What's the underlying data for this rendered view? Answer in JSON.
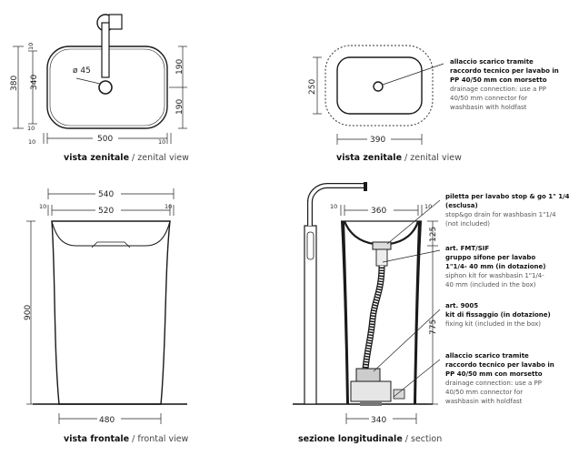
{
  "views": {
    "top_left": {
      "title_bold": "vista zenitale",
      "title_sep": " / ",
      "title_light": "zenital view",
      "dims": {
        "width": "500",
        "margin_left": "10",
        "margin_right": "10",
        "height_outer": "380",
        "height_inner": "340",
        "top_half": "190",
        "bottom_half": "190",
        "top_margin": "10",
        "bottom_margin": "10",
        "drain_diameter": "ø 45"
      }
    },
    "top_right": {
      "title_bold": "vista zenitale",
      "title_sep": " / ",
      "title_light": "zenital view",
      "dims": {
        "width": "390",
        "height": "250"
      },
      "note": {
        "bold_lines": [
          "allaccio scarico tramite",
          "raccordo tecnico per lavabo in",
          "PP 40/50 mm con morsetto"
        ],
        "light_lines": [
          "drainage connection: use a PP",
          "40/50 mm connector for",
          "washbasin with holdfast"
        ]
      }
    },
    "front": {
      "title_bold": "vista frontale",
      "title_sep": " / ",
      "title_light": "frontal view",
      "dims": {
        "top_width": "540",
        "inner_width": "520",
        "margin_left": "10",
        "margin_right": "10",
        "height": "900",
        "bottom_width": "480"
      }
    },
    "section": {
      "title_bold": "sezione longitudinale",
      "title_sep": " / ",
      "title_light": "section",
      "dims": {
        "top_width": "360",
        "margin_left": "10",
        "margin_right": "10",
        "depth": "125",
        "height": "775",
        "bottom_width": "340"
      },
      "notes": [
        {
          "bold_lines": [
            "piletta per lavabo stop & go 1\" 1/4",
            "(esclusa)"
          ],
          "light_lines": [
            "stop&go drain for washbasin 1\"1/4",
            "(not included)"
          ]
        },
        {
          "bold_lines": [
            "art. FMT/SIF",
            "gruppo sifone per lavabo",
            "1\"1/4- 40 mm (in dotazione)"
          ],
          "light_lines": [
            "siphon kit for washbasin 1\"1/4-",
            "40 mm (included in the box)"
          ]
        },
        {
          "bold_lines": [
            "art. 9005",
            "kit di fissaggio (in dotazione)"
          ],
          "light_lines": [
            "fixing kit (included in the box)"
          ]
        },
        {
          "bold_lines": [
            "allaccio scarico tramite",
            "raccordo tecnico per lavabo in",
            "PP 40/50 mm con morsetto"
          ],
          "light_lines": [
            "drainage connection: use a PP",
            "40/50 mm connector for",
            "washbasin with holdfast"
          ]
        }
      ]
    }
  }
}
